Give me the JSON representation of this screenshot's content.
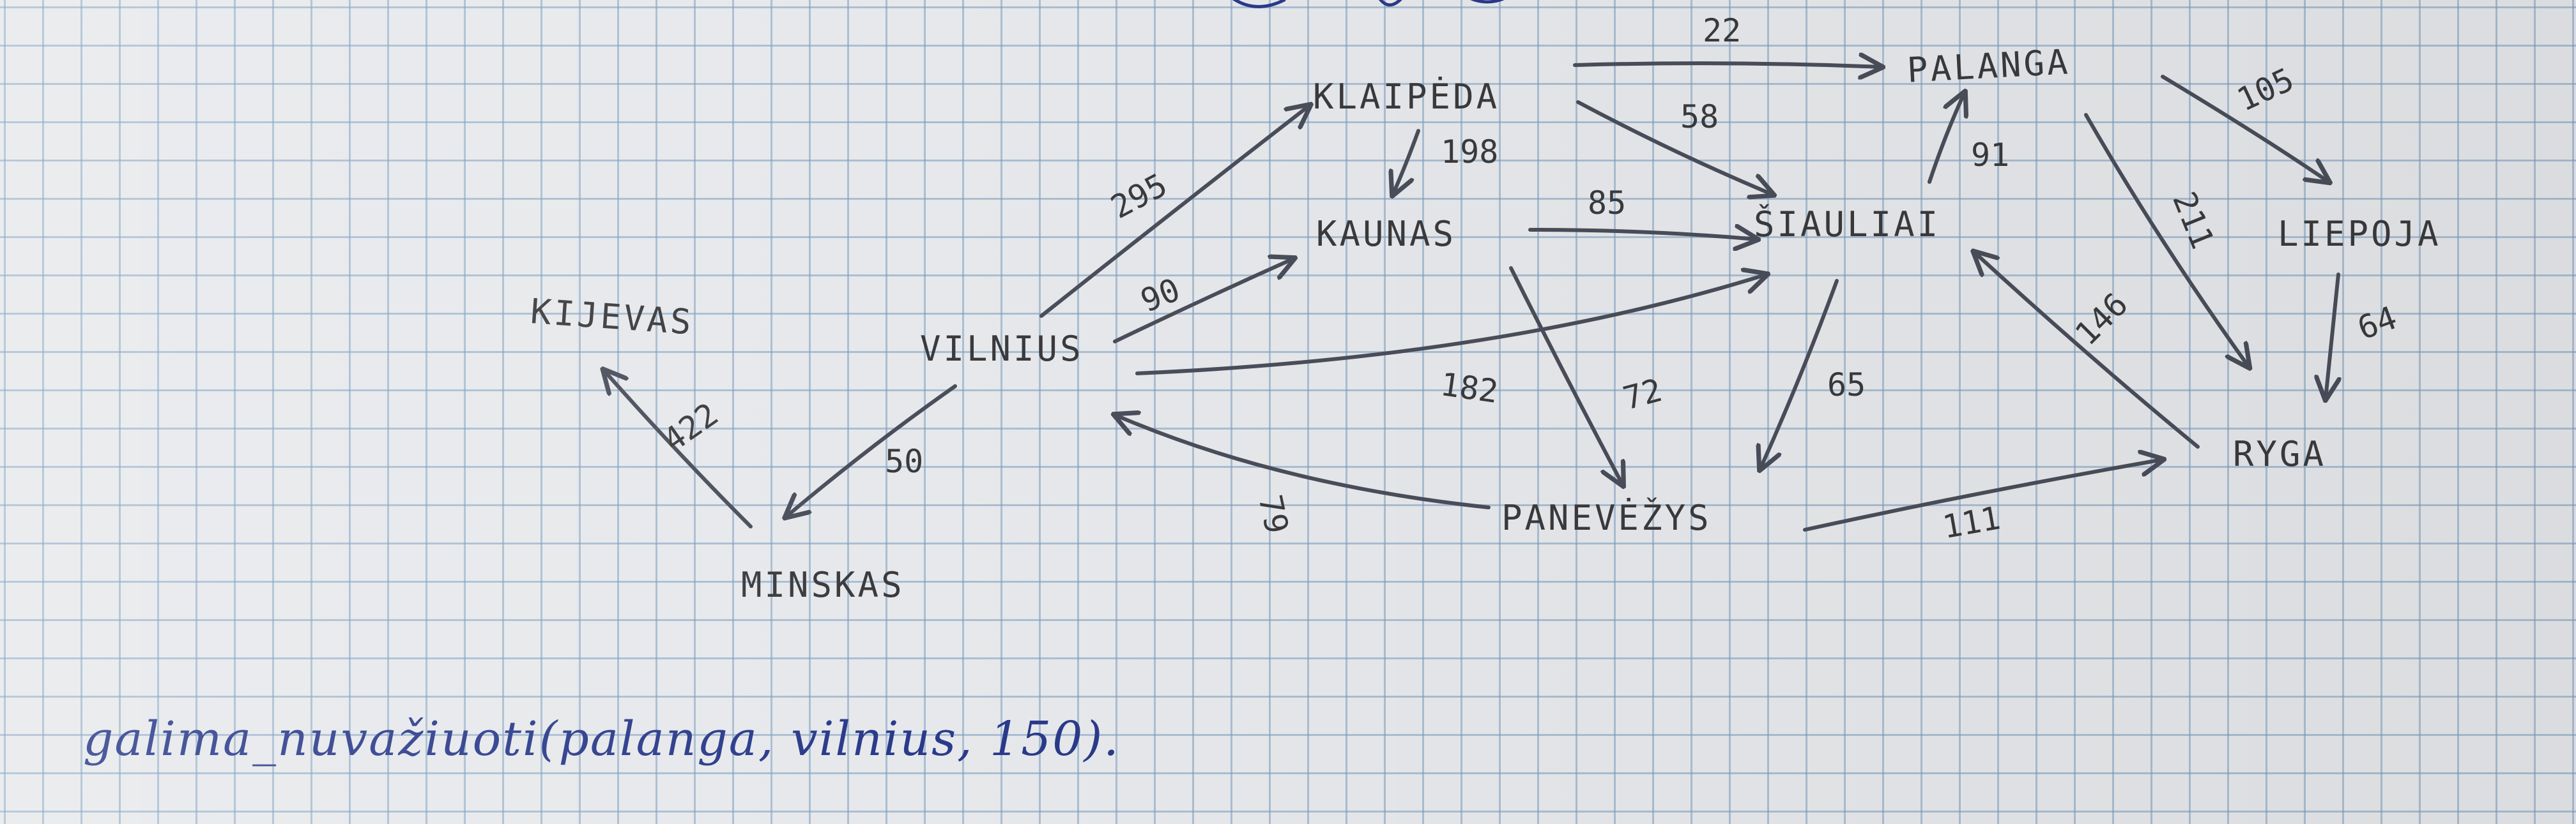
{
  "diagram": {
    "nodes": [
      {
        "id": "klaipeda",
        "label": "KLAIPĖDA"
      },
      {
        "id": "palanga",
        "label": "PALANGA"
      },
      {
        "id": "kaunas",
        "label": "KAUNAS"
      },
      {
        "id": "siauliai",
        "label": "ŠIAULIAI"
      },
      {
        "id": "liepoja",
        "label": "LIEPOJA"
      },
      {
        "id": "kijevas",
        "label": "KIJEVAS"
      },
      {
        "id": "vilnius",
        "label": "VILNIUS"
      },
      {
        "id": "ryga",
        "label": "RYGA"
      },
      {
        "id": "minskas",
        "label": "MINSKAS"
      },
      {
        "id": "panevezys",
        "label": "PANEVĖŽYS"
      }
    ],
    "edges": [
      {
        "id": "klaipeda-palanga",
        "from": "klaipeda",
        "to": "palanga",
        "weight": "22"
      },
      {
        "id": "palanga-liepoja",
        "from": "palanga",
        "to": "liepoja",
        "weight": "105"
      },
      {
        "id": "klaipeda-siauliai",
        "from": "klaipeda",
        "to": "siauliai",
        "weight": "58"
      },
      {
        "id": "klaipeda-kaunas",
        "from": "klaipeda",
        "to": "kaunas",
        "weight": "198"
      },
      {
        "id": "vilnius-klaipeda",
        "from": "vilnius",
        "to": "klaipeda",
        "weight": "295"
      },
      {
        "id": "kaunas-siauliai",
        "from": "kaunas",
        "to": "siauliai",
        "weight": "85"
      },
      {
        "id": "siauliai-palanga",
        "from": "siauliai",
        "to": "palanga",
        "weight": "91"
      },
      {
        "id": "palanga-ryga",
        "from": "palanga",
        "to": "ryga",
        "weight": "211"
      },
      {
        "id": "liepoja-ryga",
        "from": "liepoja",
        "to": "ryga",
        "weight": "64"
      },
      {
        "id": "ryga-siauliai",
        "from": "ryga",
        "to": "siauliai",
        "weight": "146"
      },
      {
        "id": "vilnius-kaunas",
        "from": "vilnius",
        "to": "kaunas",
        "weight": "90"
      },
      {
        "id": "vilnius-siauliai",
        "from": "vilnius",
        "to": "siauliai",
        "weight": "182"
      },
      {
        "id": "kaunas-panevezys",
        "from": "kaunas",
        "to": "panevezys",
        "weight": "72"
      },
      {
        "id": "siauliai-panevezys",
        "from": "siauliai",
        "to": "panevezys",
        "weight": "65"
      },
      {
        "id": "panevezys-vilnius",
        "from": "panevezys",
        "to": "vilnius",
        "weight": "79"
      },
      {
        "id": "panevezys-ryga",
        "from": "panevezys",
        "to": "ryga",
        "weight": "111"
      },
      {
        "id": "vilnius-minskas",
        "from": "vilnius",
        "to": "minskas",
        "weight": "50"
      },
      {
        "id": "minskas-kijevas",
        "from": "minskas",
        "to": "kijevas",
        "weight": "422"
      }
    ]
  },
  "query": "galima_nuvažiuoti(palanga, vilnius, 150)."
}
